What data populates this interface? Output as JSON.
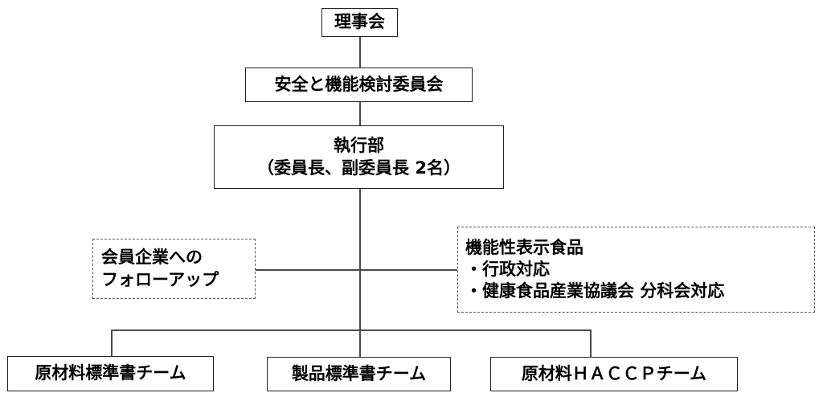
{
  "org_chart": {
    "board": "理事会",
    "committee": "安全と機能検討委員会",
    "executive": {
      "title": "執行部",
      "subtitle": "（委員長、副委員長 2名）"
    },
    "member_followup": {
      "line1": "会員企業への",
      "line2": "フォローアップ"
    },
    "functional_foods": {
      "title": "機能性表示食品",
      "item1": "・行政対応",
      "item2": "・健康食品産業協議会 分科会対応"
    },
    "teams": [
      "原材料標準書チーム",
      "製品標準書チーム",
      "原材料ＨＡＣＣＰチーム"
    ]
  }
}
